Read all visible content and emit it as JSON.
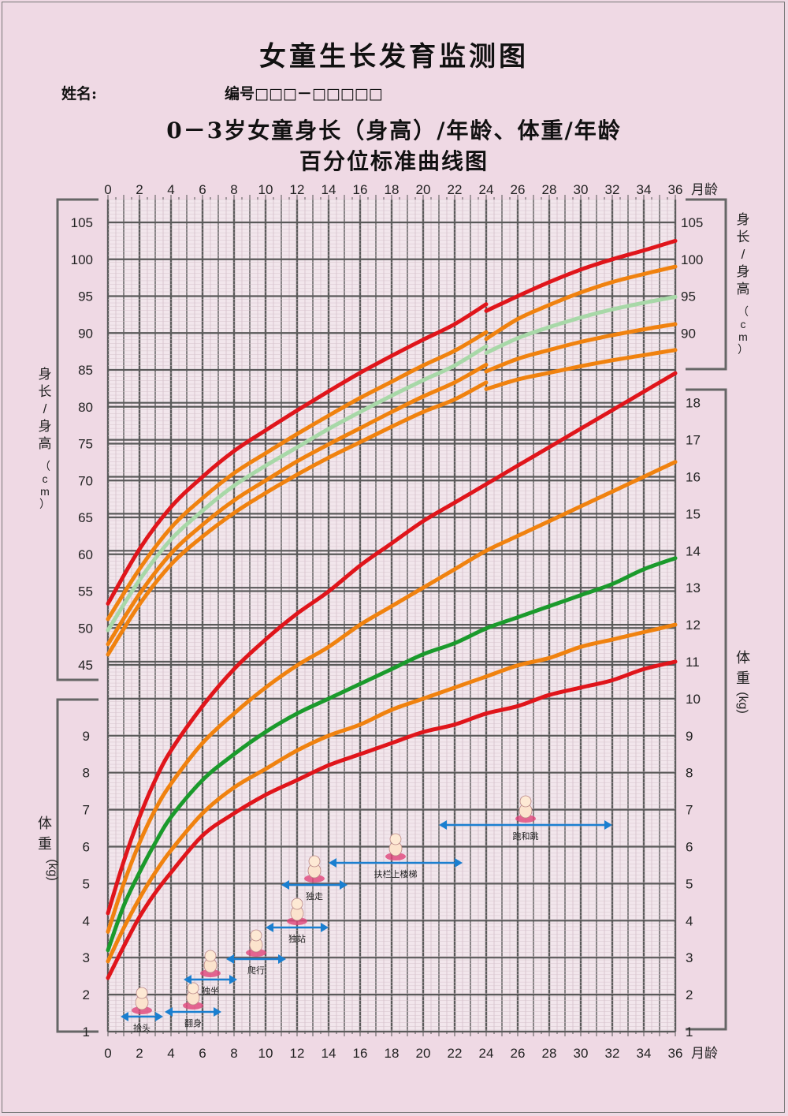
{
  "header": {
    "title": "女童生长发育监测图",
    "name_label": "姓名:",
    "id_label": "编号□□□－□□□□□",
    "subtitle_line1": "0－3岁女童身长（身高）/年龄、体重/年龄",
    "subtitle_line2": "百分位标准曲线图"
  },
  "chart_data": [
    {
      "type": "line",
      "name": "length-for-age",
      "xlabel": "月龄",
      "ylabel": "身长/身高（cm）",
      "xlim": [
        0,
        36
      ],
      "ylim": [
        45,
        105
      ],
      "x_ticks": [
        0,
        2,
        4,
        6,
        8,
        10,
        12,
        14,
        16,
        18,
        20,
        22,
        24,
        26,
        28,
        30,
        32,
        34,
        36
      ],
      "y_ticks": [
        45,
        50,
        55,
        60,
        65,
        70,
        75,
        80,
        85,
        90,
        95,
        100,
        105
      ],
      "grid": true,
      "x": [
        0,
        2,
        4,
        6,
        8,
        10,
        12,
        14,
        16,
        18,
        20,
        22,
        24,
        26,
        28,
        30,
        32,
        34,
        36
      ],
      "series": [
        {
          "color": "#e0151b",
          "values": [
            53.3,
            60.7,
            66.4,
            70.5,
            74.0,
            76.8,
            79.5,
            82.1,
            84.6,
            86.9,
            89.1,
            91.2,
            93.3,
            95.0,
            96.9,
            98.6,
            100.0,
            101.2,
            102.5
          ]
        },
        {
          "color": "#f0820f",
          "values": [
            51.2,
            58.0,
            63.6,
            67.6,
            71.0,
            73.7,
            76.3,
            78.8,
            81.2,
            83.4,
            85.6,
            87.6,
            89.5,
            91.9,
            93.8,
            95.5,
            96.9,
            98.0,
            99.0
          ]
        },
        {
          "color": "#a8d8a8",
          "values": [
            49.7,
            56.5,
            62.0,
            65.9,
            69.3,
            72.0,
            74.5,
            77.0,
            79.3,
            81.5,
            83.6,
            85.6,
            87.6,
            89.3,
            90.8,
            92.1,
            93.2,
            94.1,
            94.9
          ]
        },
        {
          "color": "#f0820f",
          "values": [
            47.8,
            54.6,
            60.1,
            64.0,
            67.3,
            70.0,
            72.6,
            74.9,
            77.1,
            79.3,
            81.4,
            83.3,
            85.1,
            86.5,
            87.7,
            88.8,
            89.7,
            90.5,
            91.2
          ]
        },
        {
          "color": "#f0820f",
          "values": [
            46.4,
            53.2,
            58.6,
            62.4,
            65.6,
            68.3,
            70.8,
            73.1,
            75.2,
            77.3,
            79.3,
            81.0,
            82.7,
            83.7,
            84.6,
            85.5,
            86.3,
            87.0,
            87.7
          ]
        }
      ]
    },
    {
      "type": "line",
      "name": "weight-for-age",
      "xlabel": "月龄",
      "ylabel": "体重(kg)",
      "xlim": [
        0,
        36
      ],
      "ylim": [
        1,
        18
      ],
      "x_ticks": [
        0,
        2,
        4,
        6,
        8,
        10,
        12,
        14,
        16,
        18,
        20,
        22,
        24,
        26,
        28,
        30,
        32,
        34,
        36
      ],
      "y_ticks": [
        1,
        2,
        3,
        4,
        5,
        6,
        7,
        8,
        9,
        10,
        11,
        12,
        13,
        14,
        15,
        16,
        17,
        18
      ],
      "grid": true,
      "x": [
        0,
        1,
        2,
        3,
        4,
        6,
        8,
        10,
        12,
        14,
        16,
        18,
        20,
        22,
        24,
        26,
        28,
        30,
        32,
        34,
        36
      ],
      "series": [
        {
          "color": "#e0151b",
          "values": [
            4.2,
            5.6,
            6.8,
            7.8,
            8.6,
            9.8,
            10.8,
            11.6,
            12.3,
            12.9,
            13.6,
            14.2,
            14.8,
            15.3,
            15.8,
            16.3,
            16.8,
            17.3,
            17.8,
            18.3,
            18.8
          ]
        },
        {
          "color": "#f0820f",
          "values": [
            3.7,
            5.0,
            6.1,
            7.0,
            7.7,
            8.8,
            9.6,
            10.3,
            10.9,
            11.4,
            12.0,
            12.5,
            13.0,
            13.5,
            14.0,
            14.4,
            14.8,
            15.2,
            15.6,
            16.0,
            16.4
          ]
        },
        {
          "color": "#1b9a2c",
          "values": [
            3.2,
            4.4,
            5.3,
            6.1,
            6.8,
            7.8,
            8.5,
            9.1,
            9.6,
            10.0,
            10.4,
            10.8,
            11.2,
            11.5,
            11.9,
            12.2,
            12.5,
            12.8,
            13.1,
            13.5,
            13.8
          ]
        },
        {
          "color": "#f0820f",
          "values": [
            2.9,
            3.8,
            4.6,
            5.3,
            5.9,
            6.9,
            7.6,
            8.1,
            8.6,
            9.0,
            9.3,
            9.7,
            10.0,
            10.3,
            10.6,
            10.9,
            11.1,
            11.4,
            11.6,
            11.8,
            12.0
          ]
        },
        {
          "color": "#e0151b",
          "values": [
            2.45,
            3.3,
            4.1,
            4.75,
            5.3,
            6.3,
            6.9,
            7.4,
            7.8,
            8.2,
            8.5,
            8.8,
            9.1,
            9.3,
            9.6,
            9.8,
            10.1,
            10.3,
            10.5,
            10.8,
            11.0
          ]
        }
      ]
    }
  ],
  "axes": {
    "x_unit": "月龄",
    "length_ylabel_chars": [
      "身",
      "长",
      "/",
      "身",
      "高"
    ],
    "length_unit_chars": [
      "（",
      "c",
      "m",
      "）"
    ],
    "length_right_chars": [
      "身",
      "长",
      "/",
      "身",
      "高"
    ],
    "weight_ylabel_chars": [
      "体",
      "重"
    ],
    "weight_unit": "(kg)"
  },
  "milestones": [
    {
      "label": "抬头",
      "start": 0.8,
      "end": 3.5
    },
    {
      "label": "翻身",
      "start": 3.6,
      "end": 7.2
    },
    {
      "label": "独坐",
      "start": 4.8,
      "end": 8.2
    },
    {
      "label": "爬行",
      "start": 7.5,
      "end": 11.3
    },
    {
      "label": "独站",
      "start": 10.0,
      "end": 14.0
    },
    {
      "label": "独走",
      "start": 11.0,
      "end": 15.2
    },
    {
      "label": "扶栏上楼梯",
      "start": 14.0,
      "end": 22.5
    },
    {
      "label": "跑和跳",
      "start": 21.0,
      "end": 32.0
    }
  ],
  "colors": {
    "grid": "#5a5a5a",
    "axis_frame": "#666666",
    "arrow": "#1a7fd0",
    "background": "#efd9e4"
  }
}
